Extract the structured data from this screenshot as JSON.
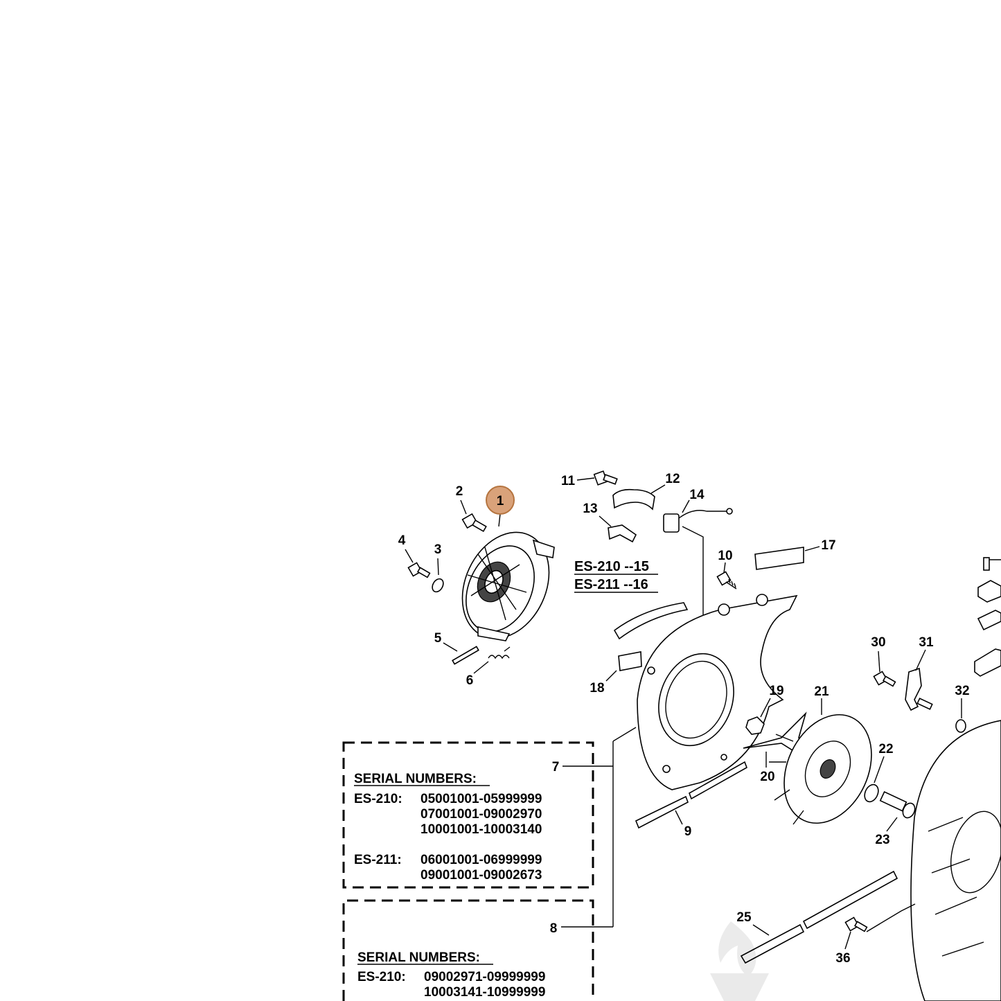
{
  "callouts": {
    "c1": "1",
    "c2": "2",
    "c3": "3",
    "c4": "4",
    "c5": "5",
    "c6": "6",
    "c7": "7",
    "c8": "8",
    "c9": "9",
    "c10": "10",
    "c11": "11",
    "c12": "12",
    "c13": "13",
    "c14": "14",
    "c17": "17",
    "c18": "18",
    "c19": "19",
    "c20": "20",
    "c21": "21",
    "c22": "22",
    "c23": "23",
    "c25": "25",
    "c30": "30",
    "c31": "31",
    "c32": "32",
    "c36": "36"
  },
  "variants": {
    "es210": "ES-210 --15",
    "es211": "ES-211 --16"
  },
  "serial_box_1": {
    "title": "SERIAL NUMBERS:",
    "model_a": "ES-210:",
    "a_1": "05001001-05999999",
    "a_2": "07001001-09002970",
    "a_3": "10001001-10003140",
    "model_b": "ES-211:",
    "b_1": "06001001-06999999",
    "b_2": "09001001-09002673"
  },
  "serial_box_2": {
    "title": "SERIAL NUMBERS:",
    "model_a": "ES-210:",
    "a_1": "09002971-09999999",
    "a_2": "10003141-10999999"
  },
  "colors": {
    "highlight": "#d9a27a",
    "highlight_stroke": "#b5743f"
  }
}
